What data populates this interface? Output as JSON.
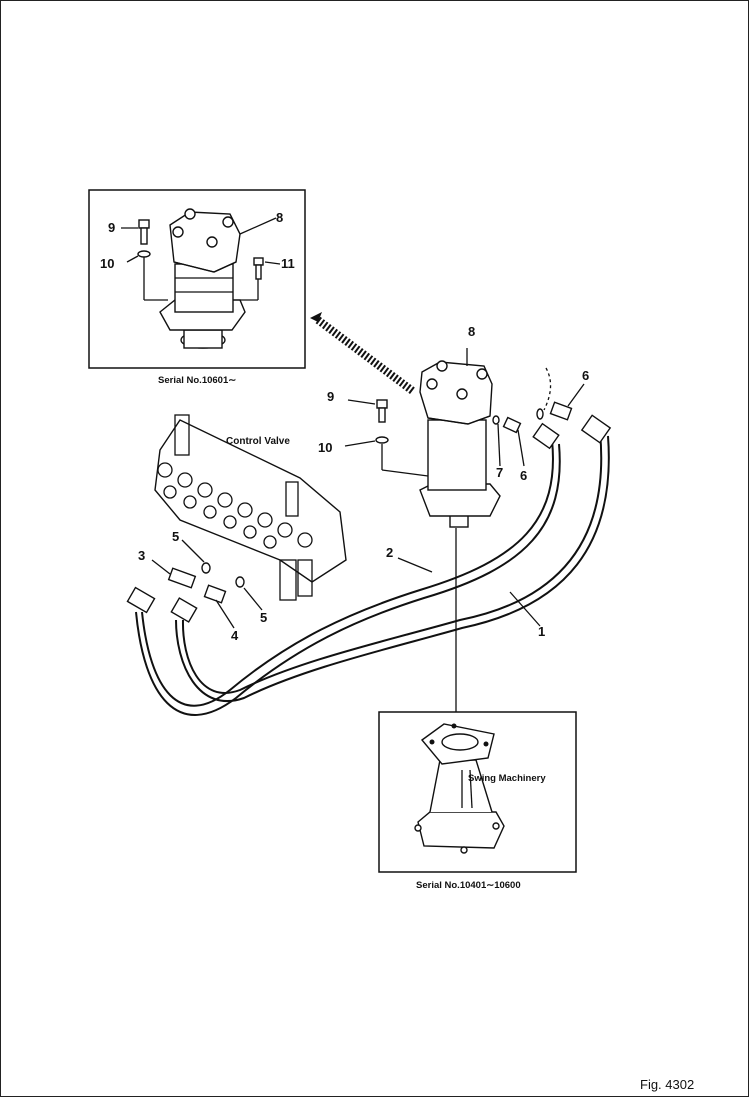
{
  "figure": {
    "fig_number": "Fig. 4302"
  },
  "insets": {
    "top": {
      "caption": "Serial No.10601∼"
    },
    "bottom": {
      "caption": "Serial No.10401∼10600",
      "title": "Swing Machinery"
    }
  },
  "main": {
    "control_valve_label": "Control Valve"
  },
  "callouts": {
    "n1": "1",
    "n2": "2",
    "n3": "3",
    "n4": "4",
    "n5a": "5",
    "n5b": "5",
    "n6a": "6",
    "n6b": "6",
    "n7": "7",
    "n8": "8",
    "n9": "9",
    "n10": "10",
    "inset_n8": "8",
    "inset_n9": "9",
    "inset_n10": "10",
    "inset_n11": "11"
  }
}
